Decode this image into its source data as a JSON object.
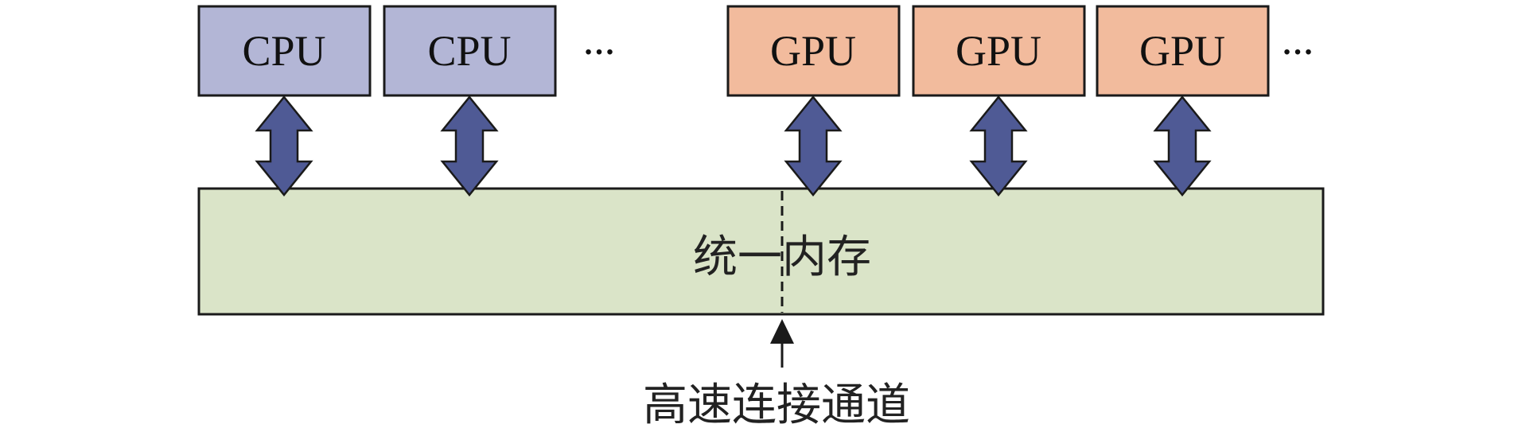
{
  "colors": {
    "cpu_fill": "#b3b6d6",
    "gpu_fill": "#f2bb9d",
    "memory_fill": "#dae4c8",
    "arrow_fill": "#4f5a95",
    "stroke": "#1a1a1a"
  },
  "processors": {
    "cpu": [
      {
        "label": "CPU"
      },
      {
        "label": "CPU"
      }
    ],
    "cpu_ellipsis": "…",
    "gpu": [
      {
        "label": "GPU"
      },
      {
        "label": "GPU"
      },
      {
        "label": "GPU"
      }
    ],
    "gpu_ellipsis": "…"
  },
  "memory": {
    "label": "统一内存"
  },
  "channel": {
    "label": "高速连接通道"
  }
}
